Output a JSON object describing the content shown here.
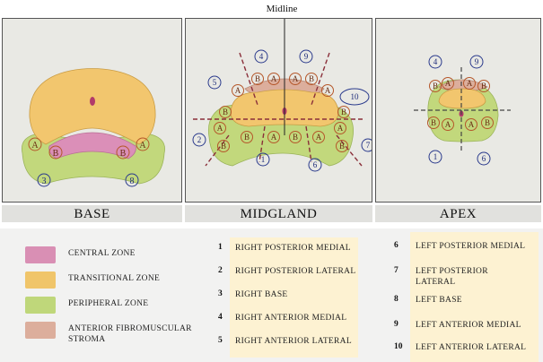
{
  "midline_label": "Midline",
  "panels": [
    {
      "label": "BASE"
    },
    {
      "label": "MIDGLAND"
    },
    {
      "label": "APEX"
    }
  ],
  "region_letters": {
    "anterior": "A",
    "posterior": "B"
  },
  "base_numbers": [
    "3",
    "8"
  ],
  "midgland_numbers": [
    "4",
    "9",
    "5",
    "10",
    "2",
    "7",
    "1",
    "6"
  ],
  "apex_numbers": [
    "4",
    "9",
    "1",
    "6"
  ],
  "legend": [
    {
      "name": "CENTRAL ZONE",
      "color": "#d98fb4"
    },
    {
      "name": "TRANSITIONAL ZONE",
      "color": "#f0c56a"
    },
    {
      "name": "PERIPHERAL ZONE",
      "color": "#bfd77a"
    },
    {
      "name": "ANTERIOR FIBROMUSCULAR STROMA",
      "color": "#dcae9c"
    }
  ],
  "zones_left": [
    {
      "num": "1",
      "name": "RIGHT POSTERIOR MEDIAL"
    },
    {
      "num": "2",
      "name": "RIGHT POSTERIOR LATERAL"
    },
    {
      "num": "3",
      "name": "RIGHT BASE"
    },
    {
      "num": "4",
      "name": "RIGHT ANTERIOR MEDIAL"
    },
    {
      "num": "5",
      "name": "RIGHT ANTERIOR LATERAL"
    }
  ],
  "zones_right": [
    {
      "num": "6",
      "name": "LEFT POSTERIOR MEDIAL"
    },
    {
      "num": "7",
      "name": "LEFT POSTERIOR LATERAL"
    },
    {
      "num": "8",
      "name": "LEFT BASE"
    },
    {
      "num": "9",
      "name": "LEFT ANTERIOR MEDIAL"
    },
    {
      "num": "10",
      "name": "LEFT ANTERIOR LATERAL"
    }
  ],
  "colors": {
    "central": "#d98fb4",
    "transitional": "#f0c56a",
    "peripheral": "#bfd77a",
    "stroma": "#dcae9c",
    "number_circle": "#2a3a8c",
    "letter_circle": "#b5572a",
    "dashed_line": "#8a2f3a"
  }
}
